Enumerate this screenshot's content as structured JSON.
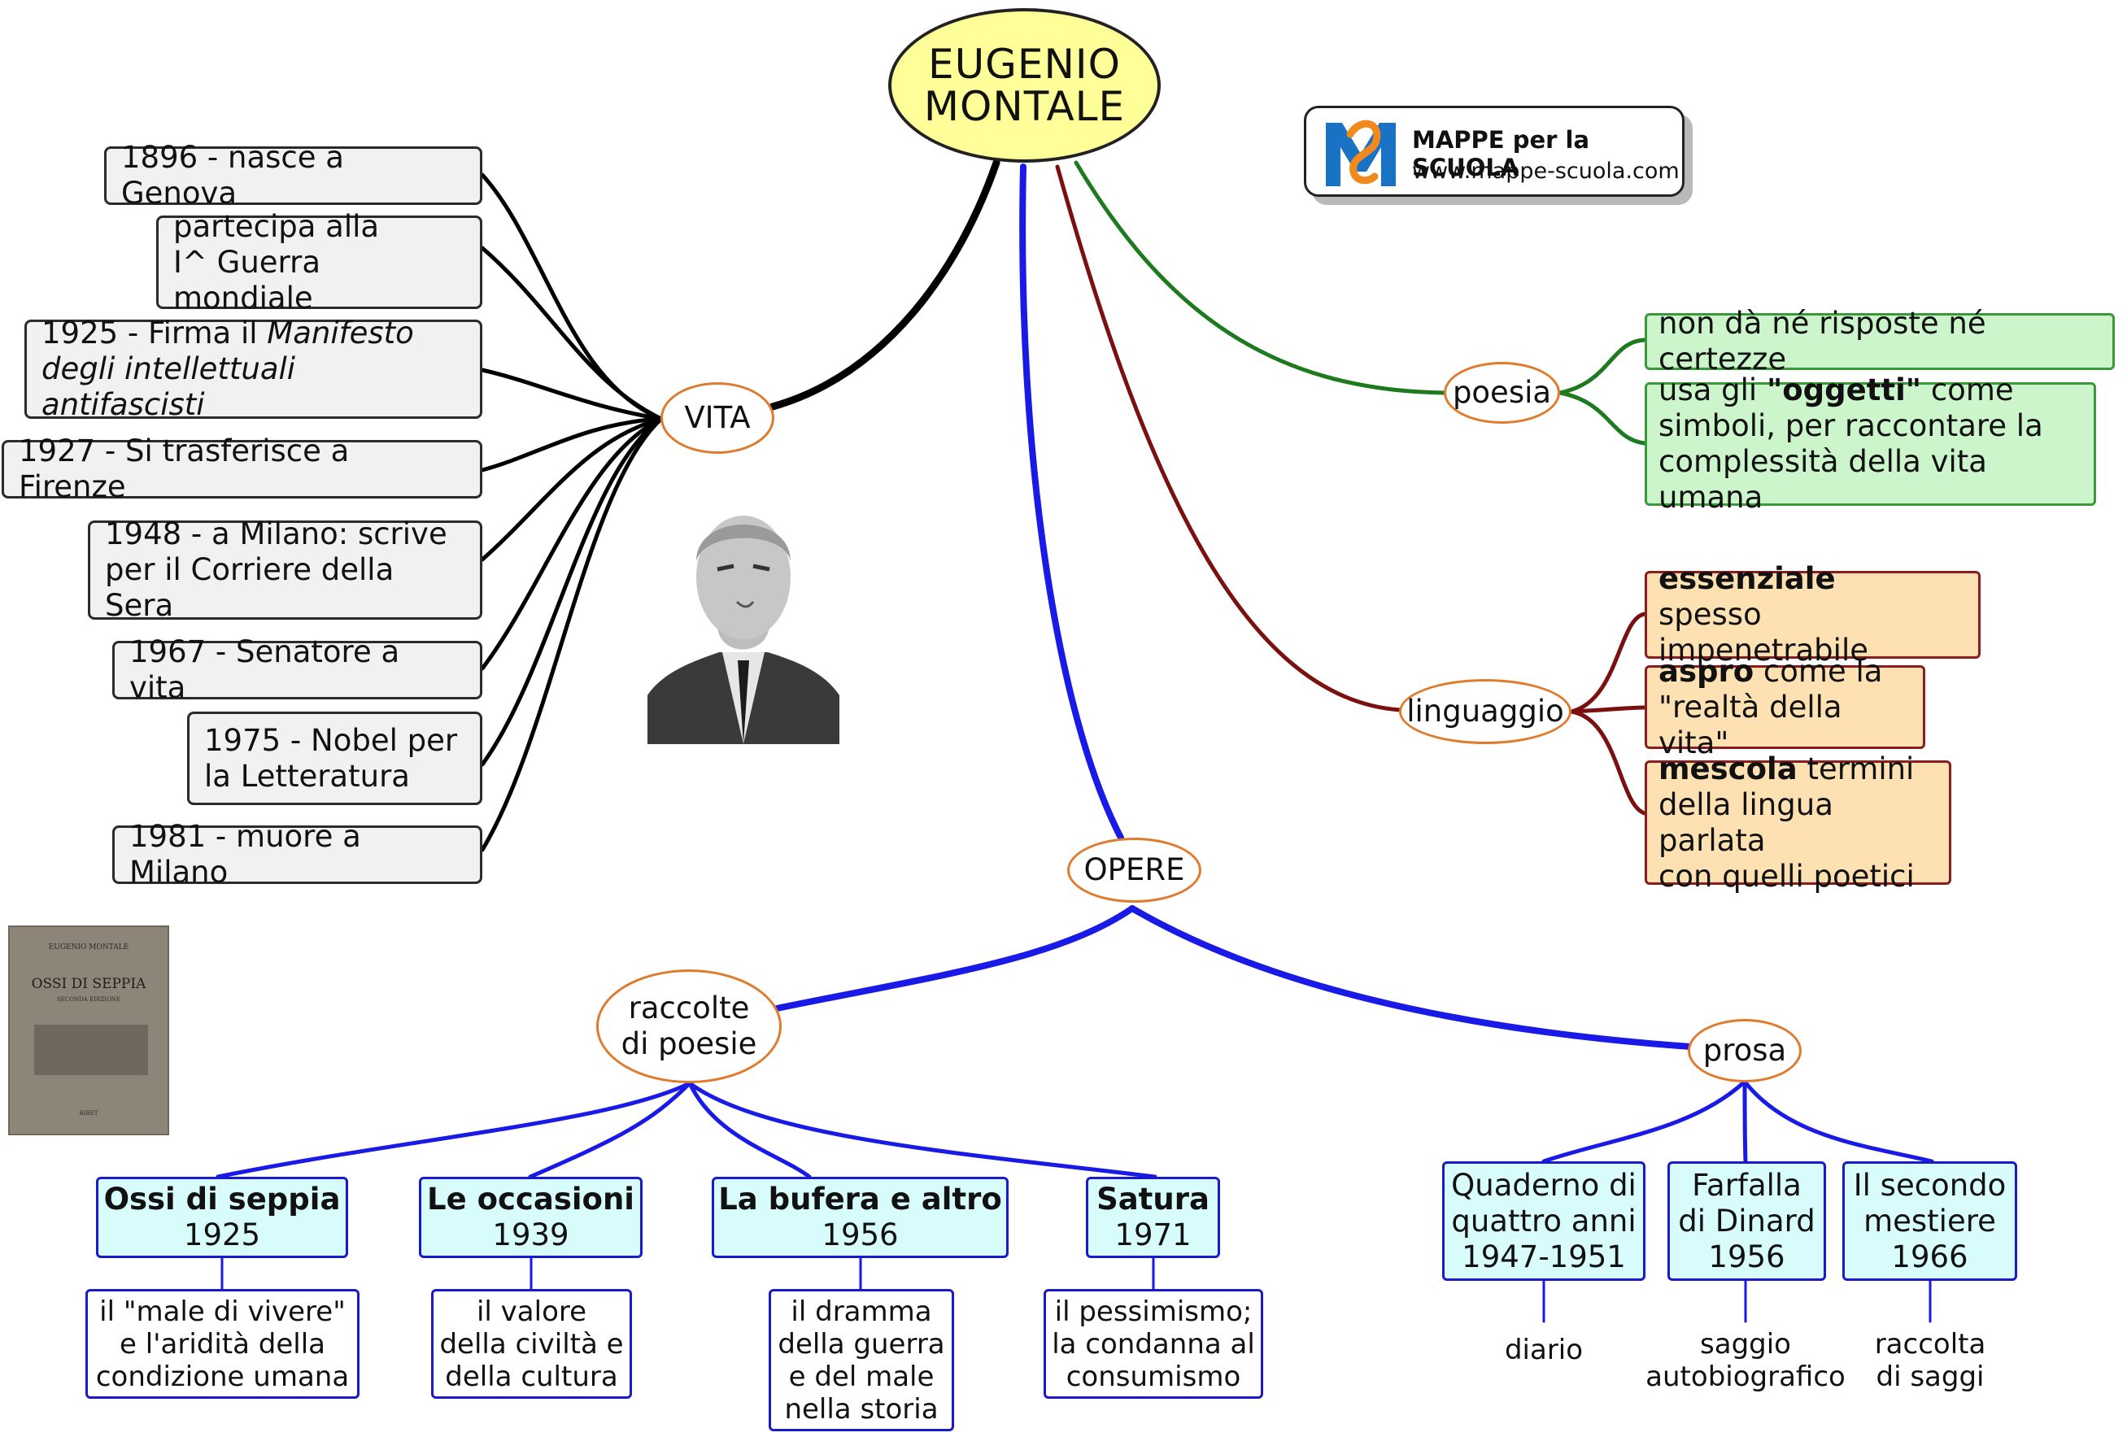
{
  "title": {
    "line1": "EUGENIO",
    "line2": "MONTALE"
  },
  "logo": {
    "name": "MAPPE per la SCUOLA",
    "url": "www.mappe-scuola.com"
  },
  "nodes": {
    "vita": "VITA",
    "opere": "OPERE",
    "poesia": "poesia",
    "linguaggio": "linguaggio",
    "raccolte": {
      "line1": "raccolte",
      "line2": "di poesie"
    },
    "prosa": "prosa"
  },
  "vita_items": {
    "item1": "1896 - nasce a Genova",
    "item2": {
      "line1": "partecipa alla",
      "line2": "I^ Guerra mondiale"
    },
    "item3": {
      "line1_prefix": "1925 - Firma il ",
      "line1_italic": "Manifesto",
      "line2_italic": "degli intellettuali antifascisti"
    },
    "item4": "1927 - Si trasferisce a Firenze",
    "item5": {
      "line1": "1948 - a Milano: scrive",
      "line2": "per il Corriere della Sera"
    },
    "item6": "1967 - Senatore a vita",
    "item7": {
      "line1": "1975 - Nobel per",
      "line2": "la Letteratura"
    },
    "item8": "1981 - muore a Milano"
  },
  "poesia_items": {
    "item1": "non dà né risposte né certezze",
    "item2": {
      "prefix": "usa gli ",
      "bold": "\"oggetti\"",
      "suffix": " come",
      "line2": "simboli, per raccontare la",
      "line3": "complessità della vita umana"
    }
  },
  "linguaggio_items": {
    "item1": {
      "bold": "essenziale",
      "line2": "spesso impenetrabile"
    },
    "item2": {
      "bold": "aspro",
      "suffix": " come la",
      "line2": "\"realtà della vita\""
    },
    "item3": {
      "bold": "mescola",
      "suffix": " termini",
      "line2": "della lingua parlata",
      "line3": "con quelli poetici"
    }
  },
  "raccolte_items": [
    {
      "title": "Ossi di seppia",
      "year": "1925",
      "desc": [
        "il \"male di vivere\"",
        "e l'aridità della",
        "condizione umana"
      ]
    },
    {
      "title": "Le occasioni",
      "year": "1939",
      "desc": [
        "il valore",
        "della civiltà e",
        "della cultura"
      ]
    },
    {
      "title": "La bufera e altro",
      "year": "1956",
      "desc": [
        "il dramma",
        "della guerra",
        "e del male",
        "nella storia"
      ]
    },
    {
      "title": "Satura",
      "year": "1971",
      "desc": [
        "il pessimismo;",
        "la condanna al",
        "consumismo"
      ]
    }
  ],
  "prosa_items": [
    {
      "lines": [
        "Quaderno di",
        "quattro anni",
        "1947-1951"
      ],
      "desc": [
        "diario"
      ]
    },
    {
      "lines": [
        "Farfalla",
        "di Dinard",
        "1956"
      ],
      "desc": [
        "saggio",
        "autobiografico"
      ]
    },
    {
      "lines": [
        "Il secondo",
        "mestiere",
        "1966"
      ],
      "desc": [
        "raccolta",
        "di saggi"
      ]
    }
  ],
  "book_cover": {
    "top": "EUGENIO MONTALE",
    "title": "OSSI DI SEPPIA",
    "sub": "SECONDA EDIZIONE",
    "bottom": "RIBET"
  },
  "colors": {
    "vita": "#000000",
    "opere": "#1a1ae6",
    "poesia": "#1e7a1e",
    "linguaggio": "#7a1010",
    "title_fill": "#ffff99"
  }
}
